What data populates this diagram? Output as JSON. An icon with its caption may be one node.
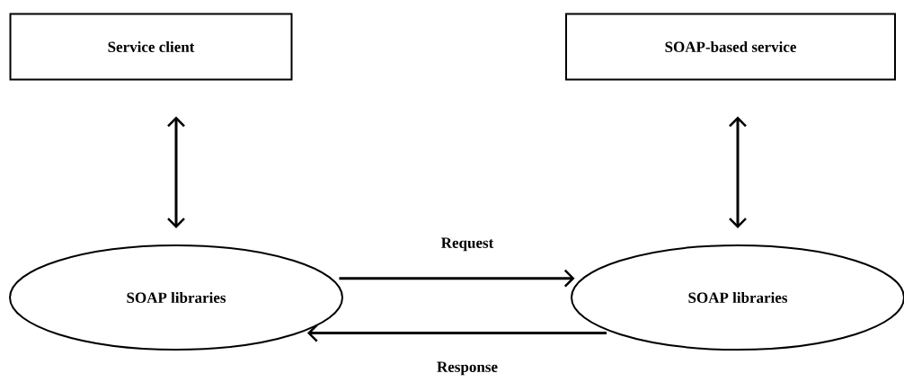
{
  "diagram": {
    "nodes": [
      {
        "text": [
          "Service client"
        ]
      },
      {
        "text": [
          "SOAP-based service"
        ]
      },
      {
        "text": [
          "SOAP libraries"
        ]
      },
      {
        "text": [
          "SOAP libraries"
        ]
      }
    ],
    "edges": [
      {
        "from": 0,
        "to": 2,
        "arrow": "both"
      },
      {
        "from": 1,
        "to": 3,
        "arrow": "both"
      },
      {
        "from": 2,
        "to": 3,
        "arrow": "to",
        "label": "Request"
      },
      {
        "from": 3,
        "to": 2,
        "arrow": "to",
        "label": "Response"
      }
    ]
  }
}
